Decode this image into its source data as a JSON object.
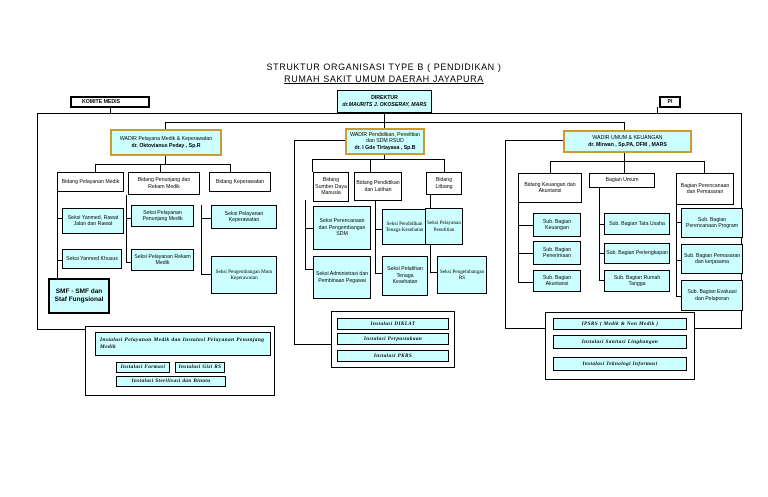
{
  "title": {
    "line1": "STRUKTUR ORGANISASI TYPE B ( PENDIDIKAN )",
    "line2": "RUMAH SAKIT UMUM DAERAH JAYAPURA"
  },
  "direktur": {
    "label": "DIREKTUR",
    "name": "dr.MAURITS J. OKOSERAY, MARS"
  },
  "komite": "KOMITE MEDIS",
  "spi": "PI",
  "wadir_medik": {
    "label": "WADIR Pelayana Medik & Keperawatan",
    "name": "dr. Oktovianus Peday , Sp.R"
  },
  "wadir_pendidikan": {
    "label": "WADIR Pendidikan, Penelitian dan SDM  RSUD",
    "name": "dr. I Gde Tirtayasa , Sp.B"
  },
  "wadir_umum": {
    "label": "WADIR UMUM & KEUANGAN",
    "name": "dr. Mirwan , Sp.PA, DFM , MARS"
  },
  "medik": {
    "bidang_pelayanan": "Bidang Pelayanan Medik",
    "bidang_penunjang": "Bidang Penunjang dan Rekam Medik",
    "bidang_keperawatan": "Bidang Keperawatan",
    "seksi_yanmed_rawat": "Seksi Yanmed, Rawat Jalan dan Rawat",
    "seksi_yanmed_khusus": "Seksi Yanmed Khusus",
    "seksi_penunjang": "Seksi Pelayanan Penunjang Medik",
    "seksi_rekam": "Seksi Pelayanan Rekam Medik",
    "seksi_keperawatan": "Seksi Pelayanan Keperawatan",
    "seksi_mutu": "Seksi Pengembangan Mutu Keperawatan",
    "smf": "SMF - SMF dan Staf Fungsional"
  },
  "pendidikan": {
    "bidang_sdm": "Bidang Sumber Daya Manusia",
    "bidang_diklat": "Bidang Pendidikan dan Latihan",
    "bidang_litbang": "Bidang Litbang",
    "seksi_perencanaan": "Seksi Perencanaan dan Pengembangan SDM",
    "seksi_administrasi": "Seksi Administrasi dan Pembinaan Pegawai",
    "seksi_pendidikan": "Seksi Pendidikan Tenaga Kesehatan",
    "seksi_pelatihan": "Seksi Pelatihan Tenaga Kesehatan",
    "seksi_penelitian": "Seksi Pelayanan Penelitian",
    "seksi_pengembangan_rs": "Seksi Pengembangan RS"
  },
  "umum": {
    "bidang_keuangan": "Bidang Keuangan dan Akuntansi",
    "bagian_umum": "Bagian Umum",
    "bagian_perencanaan": "Bagian Perencanaan dan Pemasaran",
    "sub_keuangan": "Sub. Bagian Keuangan",
    "sub_penerimaan": "Sub. Bagian Penerimaan",
    "sub_akuntansi": "Sub. Bagian Akuntansi",
    "sub_tata_usaha": "Sub. Bagian Tata Usaha",
    "sub_perlengkapan": "Sub. Bagian Perlengkapan",
    "sub_rumah_tangga": "Sub. Bagian Rumah Tangga",
    "sub_perencanaan_program": "Sub. Bagian Perencanaan Program",
    "sub_pemasaran": "Sub. Bagian Pemasaran dan kerjasama",
    "sub_evaluasi": "Sub. Bagian Evaluasi dan Pelaporan"
  },
  "instalasi_medik": {
    "header": "Instalasi Pelayanan Medik dan Instalasi Pelayanan Penunjang Medik",
    "farmasi": "Instalasi Farmasi",
    "gizi": "Instalasi Gizi RS",
    "sterilisasi": "Instalasi Sterilisasi dan Binatu"
  },
  "instalasi_pendidikan": {
    "diklat": "Instalasi DIKLAT",
    "perpustakaan": "Instalasi Perpustakaan",
    "pkrs": "Instalasi PKRS"
  },
  "instalasi_umum": {
    "ipsrs": "IPSRS ( Medik & Non Medik )",
    "sanitasi": "Instalasi Sanitasi Lingkungan",
    "teknologi": "Instalasi Teknologi Informasi"
  }
}
